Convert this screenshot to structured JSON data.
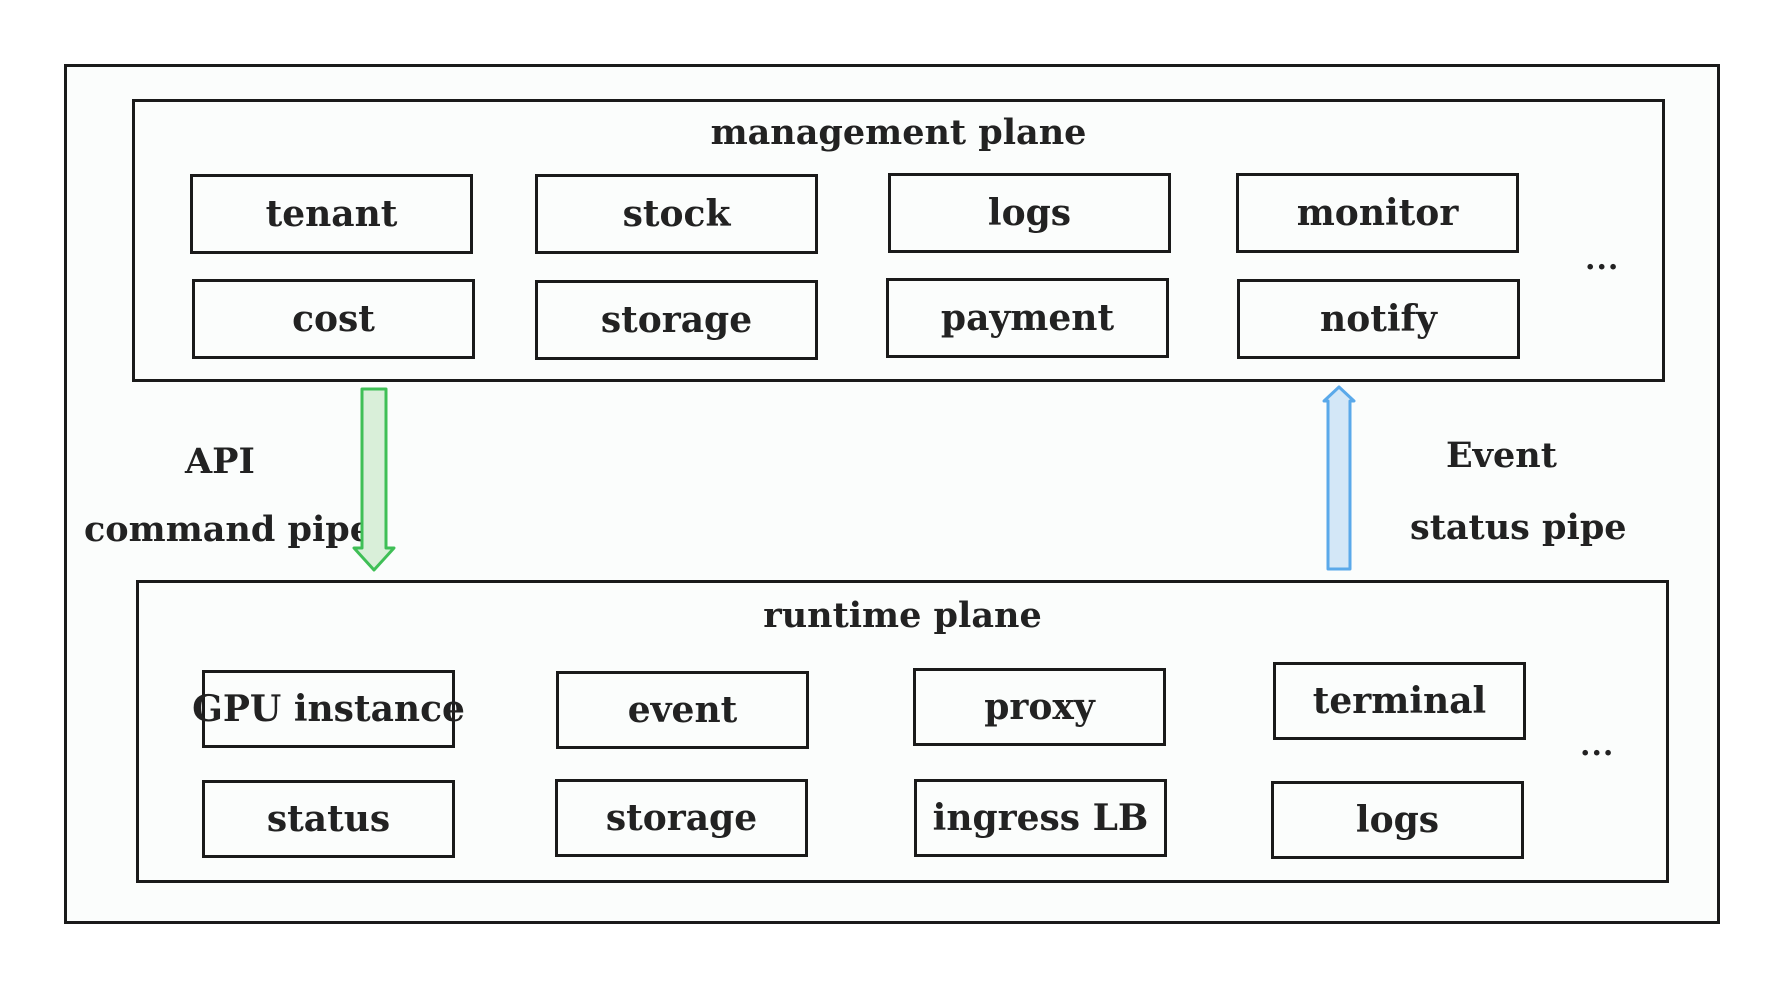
{
  "management_plane": {
    "title": "management plane",
    "row1": [
      "tenant",
      "stock",
      "logs",
      "monitor"
    ],
    "row2": [
      "cost",
      "storage",
      "payment",
      "notify"
    ],
    "more": "..."
  },
  "runtime_plane": {
    "title": "runtime plane",
    "row1": [
      "GPU instance",
      "event",
      "proxy",
      "terminal"
    ],
    "row2": [
      "status",
      "storage",
      "ingress LB",
      "logs"
    ],
    "more": "..."
  },
  "pipes": {
    "command": {
      "line1": "API",
      "line2": "command pipe",
      "direction": "down",
      "fill": "#d9efd9",
      "stroke": "#3fbf56"
    },
    "status": {
      "line1": "Event",
      "line2": "status pipe",
      "direction": "up",
      "fill": "#d3e7f7",
      "stroke": "#5aa9ea"
    }
  }
}
